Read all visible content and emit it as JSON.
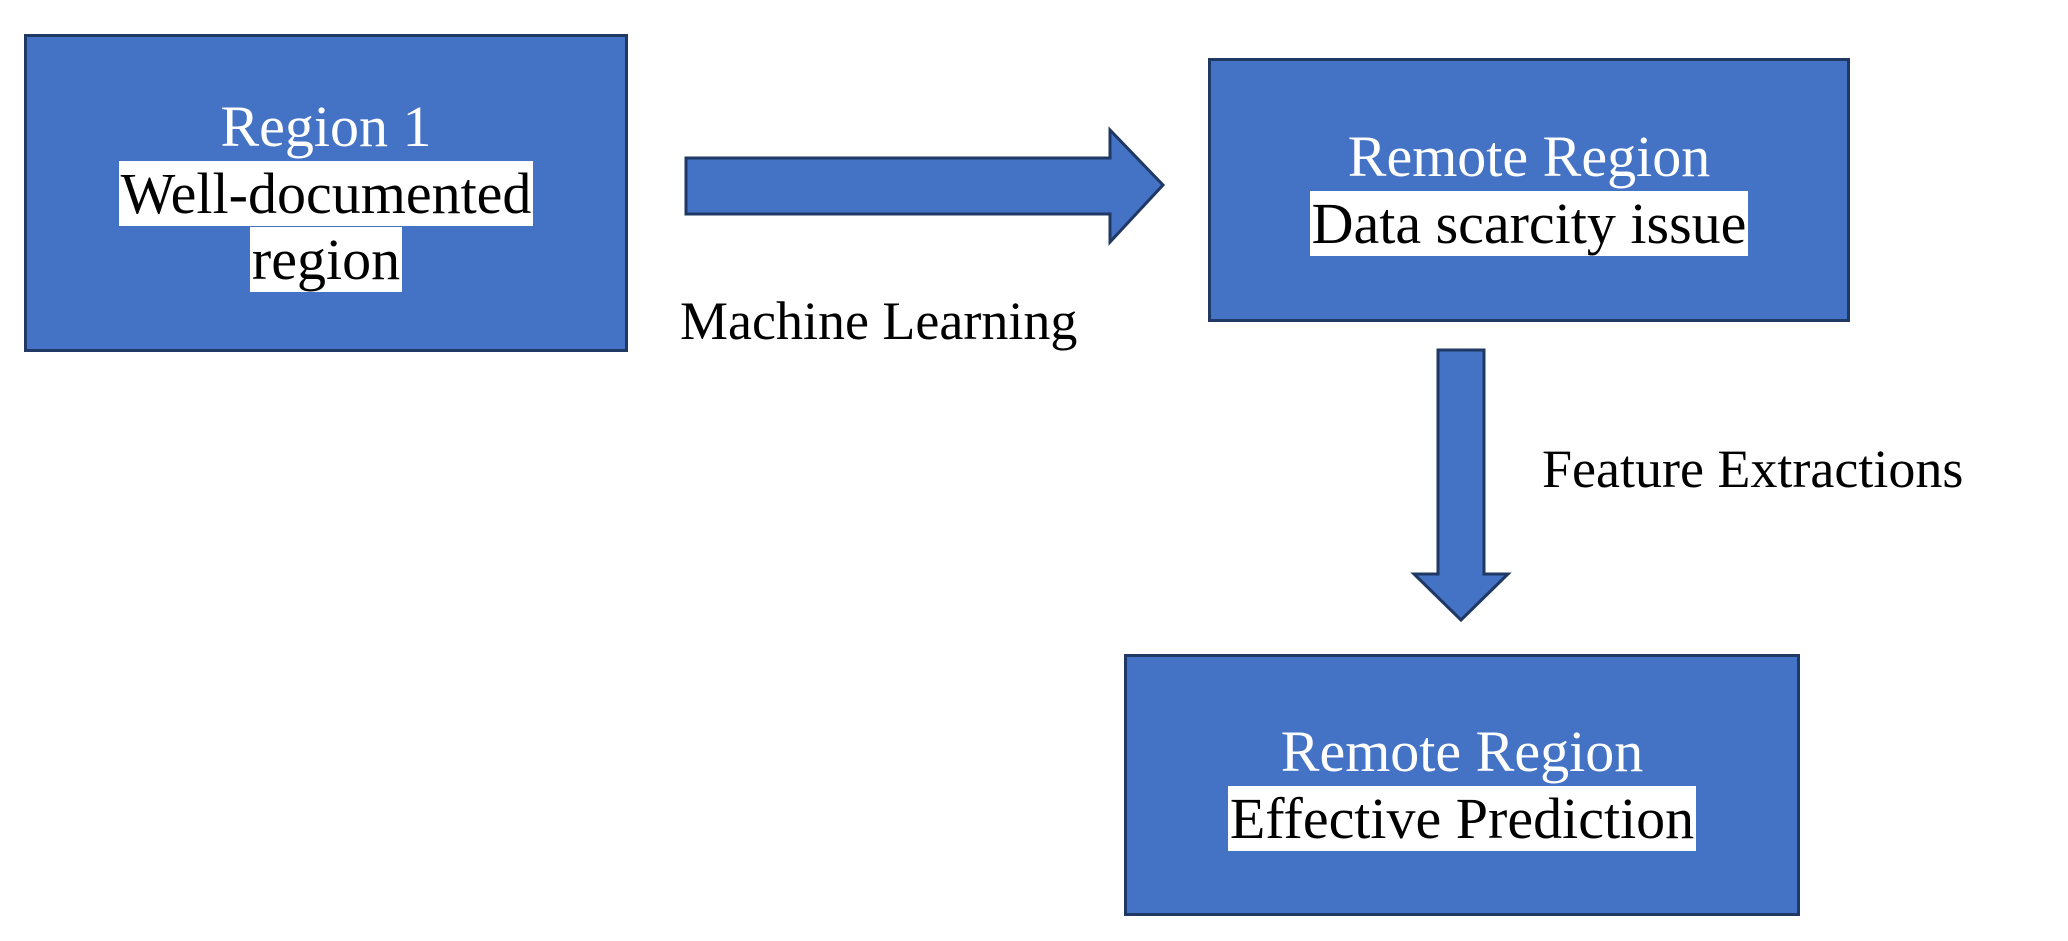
{
  "nodes": {
    "region1": {
      "title": "Region 1",
      "subtitle_line1": "Well-documented",
      "subtitle_line2": "region"
    },
    "remote_scarcity": {
      "title": "Remote Region",
      "subtitle": "Data scarcity issue"
    },
    "remote_prediction": {
      "title": "Remote Region",
      "subtitle": "Effective Prediction"
    }
  },
  "edges": {
    "machine_learning": "Machine Learning",
    "feature_extractions": "Feature Extractions"
  },
  "colors": {
    "box_fill": "#4472C4",
    "box_border": "#1F3864"
  }
}
